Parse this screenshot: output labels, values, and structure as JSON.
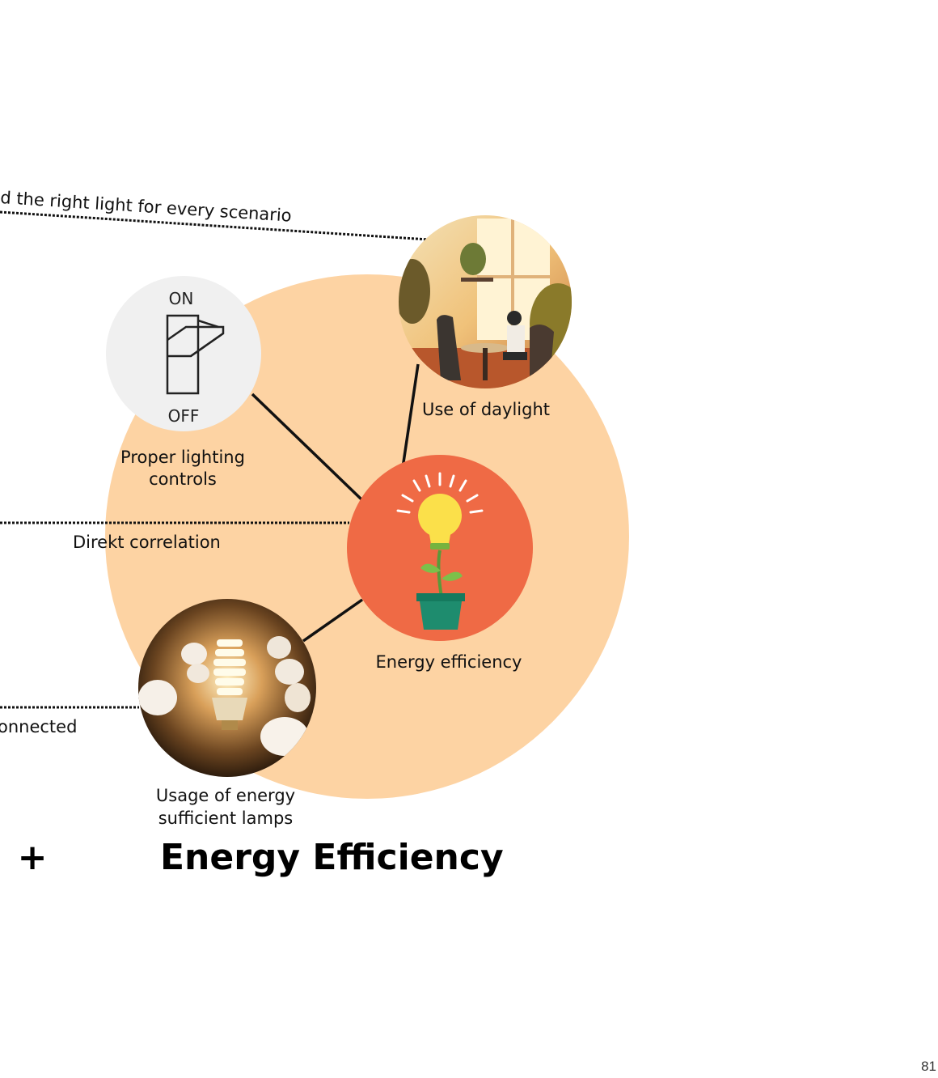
{
  "labels": {
    "top_connector": "d the right light for every scenario",
    "middle_connector": "Direkt correlation",
    "bottom_connector": "onnected"
  },
  "nodes": {
    "controls": {
      "label_line1": "Proper lighting",
      "label_line2": "controls",
      "switch_on": "ON",
      "switch_off": "OFF"
    },
    "daylight": {
      "label": "Use of daylight"
    },
    "center": {
      "label": "Energy efficiency"
    },
    "lamps": {
      "label_line1": "Usage of energy",
      "label_line2": "sufficient lamps"
    }
  },
  "heading": {
    "plus": "+",
    "title": "Energy Efficiency"
  },
  "page_number": "81",
  "colors": {
    "big_circle": "#fdd3a3",
    "center_circle": "#ef6a45",
    "line": "#111111"
  }
}
